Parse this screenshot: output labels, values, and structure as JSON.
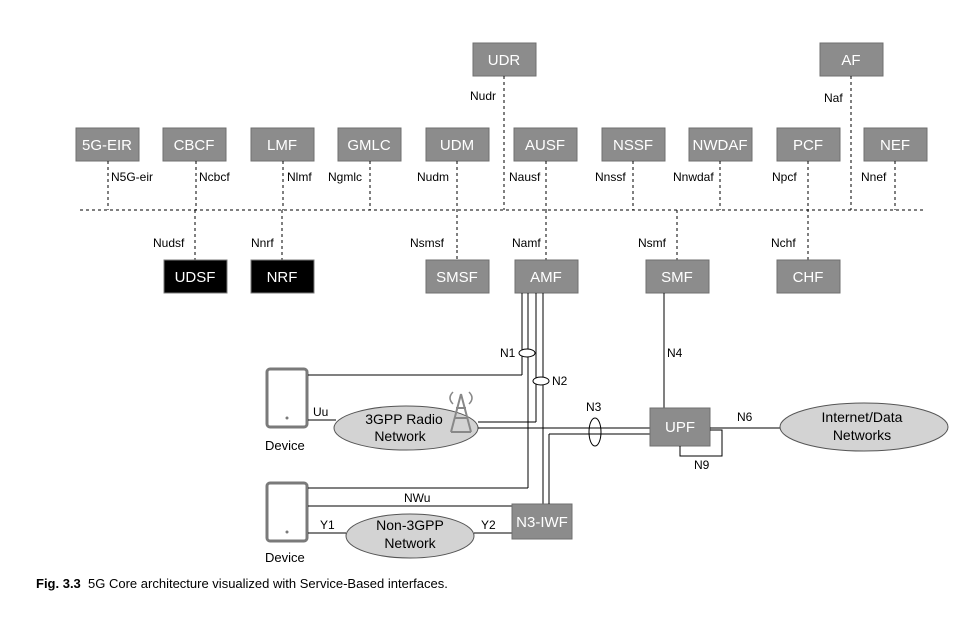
{
  "nf_top": [
    {
      "id": "udr",
      "label": "UDR",
      "iface": "Nudr"
    },
    {
      "id": "af",
      "label": "AF",
      "iface": "Naf"
    }
  ],
  "nf_row": [
    {
      "id": "5g-eir",
      "label": "5G-EIR",
      "iface": "N5G-eir"
    },
    {
      "id": "cbcf",
      "label": "CBCF",
      "iface": "Ncbcf"
    },
    {
      "id": "lmf",
      "label": "LMF",
      "iface": "Nlmf"
    },
    {
      "id": "gmlc",
      "label": "GMLC",
      "iface": "Ngmlc"
    },
    {
      "id": "udm",
      "label": "UDM",
      "iface": "Nudm"
    },
    {
      "id": "ausf",
      "label": "AUSF",
      "iface": "Nausf"
    },
    {
      "id": "nssf",
      "label": "NSSF",
      "iface": "Nnssf"
    },
    {
      "id": "nwdaf",
      "label": "NWDAF",
      "iface": "Nnwdaf"
    },
    {
      "id": "pcf",
      "label": "PCF",
      "iface": "Npcf"
    },
    {
      "id": "nef",
      "label": "NEF",
      "iface": "Nnef"
    }
  ],
  "nf_bottom": [
    {
      "id": "udsf",
      "label": "UDSF",
      "iface": "Nudsf",
      "style": "black"
    },
    {
      "id": "nrf",
      "label": "NRF",
      "iface": "Nnrf",
      "style": "black"
    },
    {
      "id": "smsf",
      "label": "SMSF",
      "iface": "Nsmsf",
      "style": "gray"
    },
    {
      "id": "amf",
      "label": "AMF",
      "iface": "Namf",
      "style": "gray"
    },
    {
      "id": "smf",
      "label": "SMF",
      "iface": "Nsmf",
      "style": "gray"
    },
    {
      "id": "chf",
      "label": "CHF",
      "iface": "Nchf",
      "style": "gray"
    }
  ],
  "user_plane": {
    "upf": "UPF",
    "n3iwf": "N3-IWF",
    "radio_network": [
      "3GPP Radio",
      "Network"
    ],
    "non3gpp_network": [
      "Non-3GPP",
      "Network"
    ],
    "data_network": [
      "Internet/Data",
      "Networks"
    ],
    "device_label": "Device"
  },
  "ref_points": {
    "n1": "N1",
    "n2": "N2",
    "n3": "N3",
    "n4": "N4",
    "n6": "N6",
    "n9": "N9",
    "uu": "Uu",
    "nwu": "NWu",
    "y1": "Y1",
    "y2": "Y2"
  },
  "caption": {
    "fig": "Fig. 3.3",
    "text": "5G Core architecture visualized with Service-Based interfaces."
  },
  "colors": {
    "nf_gray": "#8c8c8c",
    "nf_black": "#000000",
    "cloud_fill": "#d3d3d3"
  }
}
